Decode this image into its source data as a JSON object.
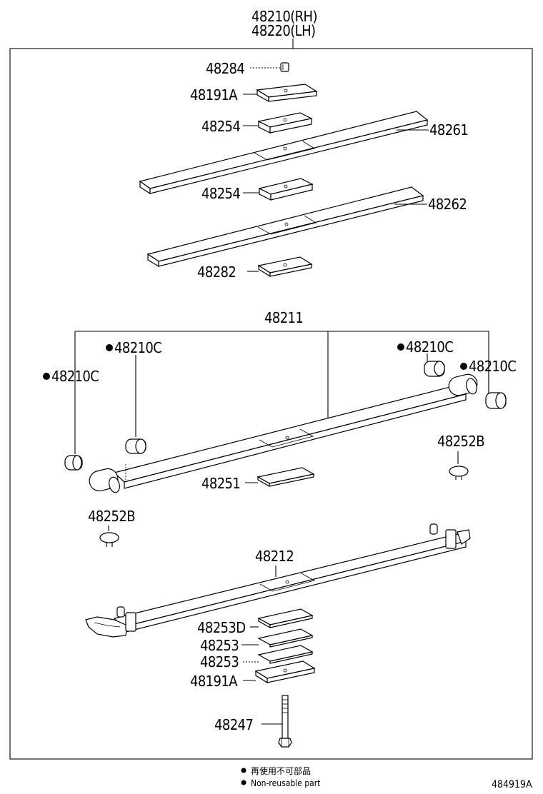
{
  "assembly": {
    "rh": "48210(RH)",
    "lh": "48220(LH)"
  },
  "parts": {
    "p48284": "48284",
    "p48191A_top": "48191A",
    "p48254_top": "48254",
    "p48261": "48261",
    "p48254_mid": "48254",
    "p48262": "48262",
    "p48282": "48282",
    "p48211": "48211",
    "p48210C_left_outer": "48210C",
    "p48210C_left_inner": "48210C",
    "p48210C_right_inner": "48210C",
    "p48210C_right_outer": "48210C",
    "p48252B_right": "48252B",
    "p48251": "48251",
    "p48252B_left": "48252B",
    "p48212": "48212",
    "p48253D": "48253D",
    "p48253_a": "48253",
    "p48253_b": "48253",
    "p48191A_bottom": "48191A",
    "p48247": "48247"
  },
  "legend": {
    "line1": "再使用不可部品",
    "line2": "Non-reusable part"
  },
  "diagram_code": "484919A"
}
